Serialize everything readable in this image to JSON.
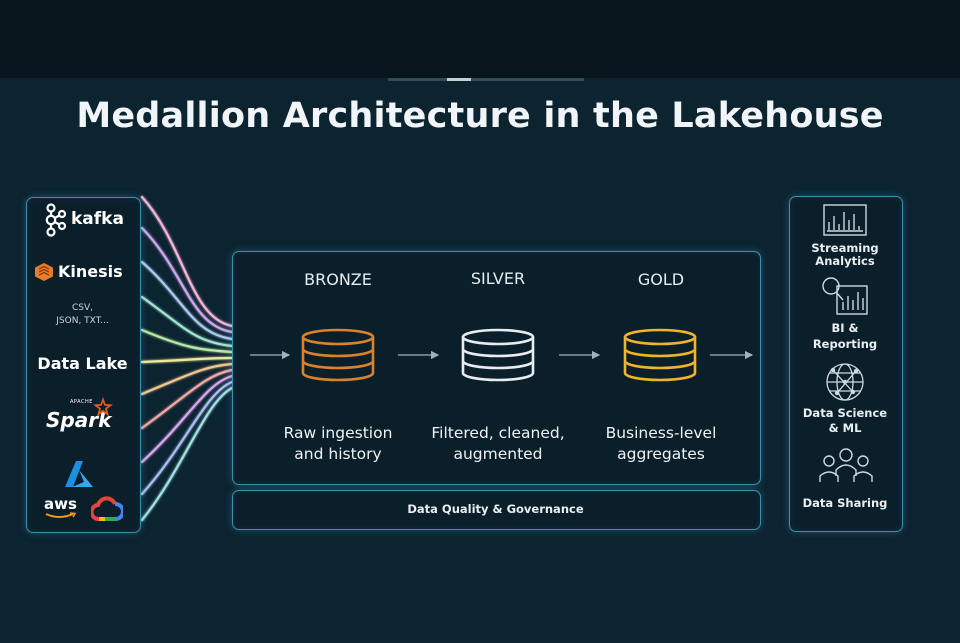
{
  "title": "Medallion Architecture in the Lakehouse",
  "sources": {
    "kafka": "kafka",
    "kinesis": "Kinesis",
    "files_line1": "CSV,",
    "files_line2": "JSON, TXT...",
    "data_lake": "Data Lake",
    "spark": "Spark",
    "spark_apache": "APACHE",
    "aws": "aws"
  },
  "layers": [
    {
      "name": "BRONZE",
      "desc_line1": "Raw ingestion",
      "desc_line2": "and history",
      "color": "#d9822b"
    },
    {
      "name": "SILVER",
      "desc_line1": "Filtered, cleaned,",
      "desc_line2": "augmented",
      "color": "#e8ecef"
    },
    {
      "name": "GOLD",
      "desc_line1": "Business-level",
      "desc_line2": "aggregates",
      "color": "#f0b429"
    }
  ],
  "governance": "Data Quality & Governance",
  "consumers": [
    {
      "line1": "Streaming",
      "line2": "Analytics",
      "icon": "dashboard-chart-icon"
    },
    {
      "line1": "BI &",
      "line2": "Reporting",
      "icon": "magnifier-chart-icon"
    },
    {
      "line1": "Data Science",
      "line2": "& ML",
      "icon": "network-globe-icon"
    },
    {
      "line1": "Data Sharing",
      "line2": "",
      "icon": "people-group-icon"
    }
  ],
  "colors": {
    "background": "#0c2330",
    "box_border": "#3d8fab",
    "bronze": "#d9822b",
    "silver": "#e8ecef",
    "gold": "#f0b429"
  }
}
